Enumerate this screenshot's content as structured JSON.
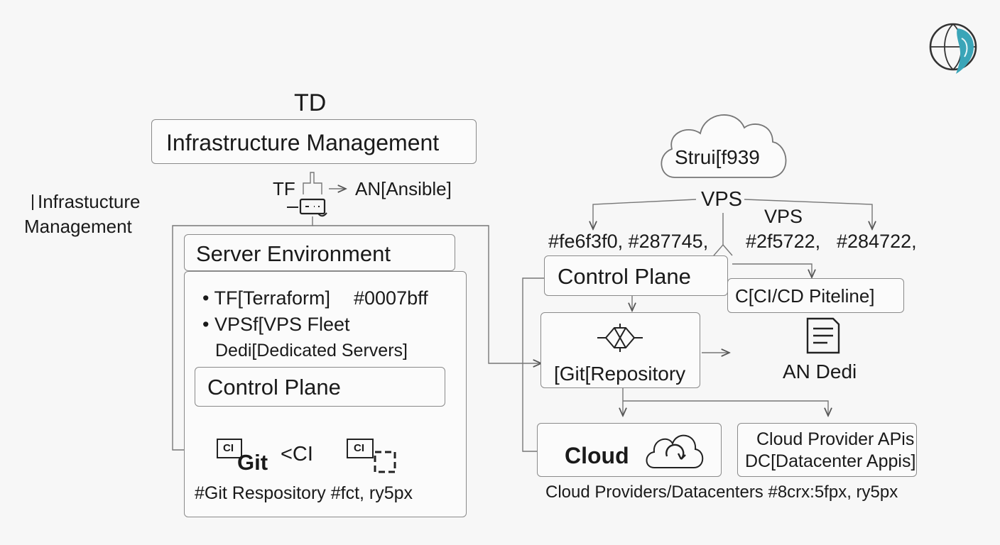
{
  "left": {
    "top_label": "TD",
    "title_box": "Infrastructure Management",
    "side_caption_line1": "Infrastucture",
    "side_caption_line2": "Management",
    "tf_label": "TF",
    "an_label": "AN[Ansible]",
    "server_env": "Server Environment",
    "bullet_1": "• TF[Terraform]",
    "bullet_1_color": "#0007bff",
    "bullet_2": "• VPSf[VPS Fleet",
    "bullet_3": "Dedi[Dedicated Servers]",
    "control_plane": "Control Plane",
    "git_badge_1": "CI",
    "git_label": "Git",
    "ci_center": "<CI",
    "git_badge_2": "CI",
    "footer": "#Git Respository  #fct, ry5px"
  },
  "right": {
    "cloud_label": "Strui[f939",
    "vps_center": "VPS",
    "vps_right": "VPS",
    "colors_line_a": "#fe6f3f0, #287745,",
    "colors_line_b": "#2f5722,",
    "colors_line_c": "#284722,",
    "control_plane": "Control Plane",
    "cicd": "C[CI/CD Pitеline]",
    "git_repo": "[Git[Repository",
    "an_dedi": "AN Dedi",
    "cloud": "Cloud",
    "cloud_provider_apis": "Cloud Provider APis",
    "dc_apis": "DC[Datacenter Appis]",
    "footer": "Cloud Providers/Datacenters #8crx:5fpx, ry5px"
  },
  "icons": {
    "logo": "globe-bird-logo-icon",
    "server": "server-icon",
    "cloud": "cloud-icon",
    "sync": "sync-cycle-icon",
    "network": "network-diamond-icon",
    "document": "document-icon",
    "box": "container-box-icon"
  }
}
